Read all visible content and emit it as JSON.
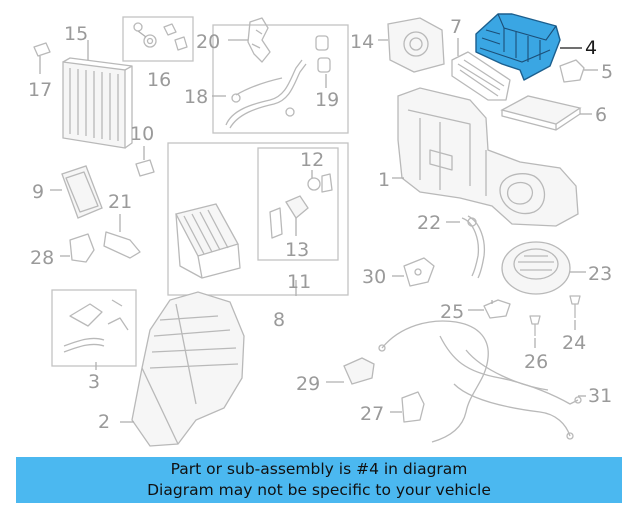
{
  "diagram": {
    "highlighted_part": "4",
    "callouts": [
      "1",
      "2",
      "3",
      "4",
      "5",
      "6",
      "7",
      "8",
      "9",
      "10",
      "11",
      "12",
      "13",
      "14",
      "15",
      "16",
      "17",
      "18",
      "19",
      "20",
      "21",
      "22",
      "23",
      "24",
      "25",
      "26",
      "27",
      "28",
      "29",
      "30",
      "31"
    ]
  },
  "banner": {
    "line1": "Part or sub-assembly is #4 in diagram",
    "line2": "Diagram may not be specific to your vehicle"
  },
  "colors": {
    "highlight": "#3aa6e3",
    "banner": "#4bb8f0",
    "line_art": "#b9b9b9",
    "callout_text": "#9a9a9a"
  }
}
